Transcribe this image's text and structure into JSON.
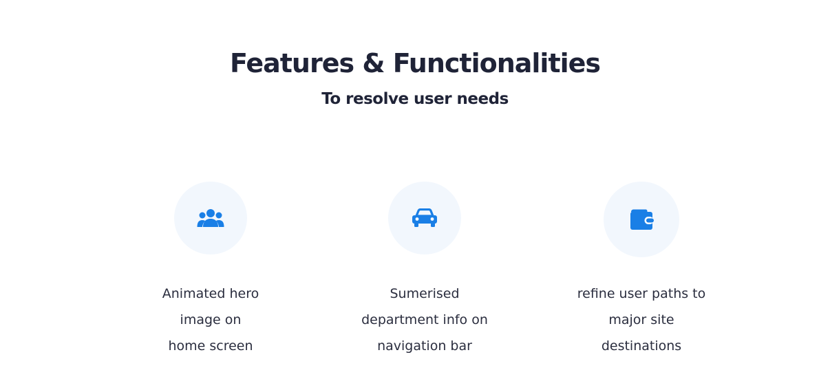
{
  "header": {
    "title": "Features & Functionalities",
    "subtitle": "To resolve user needs"
  },
  "features": [
    {
      "icon": "users-icon",
      "lines": [
        "Animated hero",
        "image on",
        "home screen"
      ]
    },
    {
      "icon": "car-icon",
      "lines": [
        "Sumerised",
        "department info on",
        "navigation bar"
      ]
    },
    {
      "icon": "wallet-icon",
      "lines": [
        "refine user paths to",
        "major site",
        "destinations"
      ]
    }
  ],
  "colors": {
    "heading": "#1f2337",
    "body_text": "#2a2d3e",
    "icon_accent": "#1a7fe6",
    "icon_circle_bg": "#f2f7fd"
  }
}
